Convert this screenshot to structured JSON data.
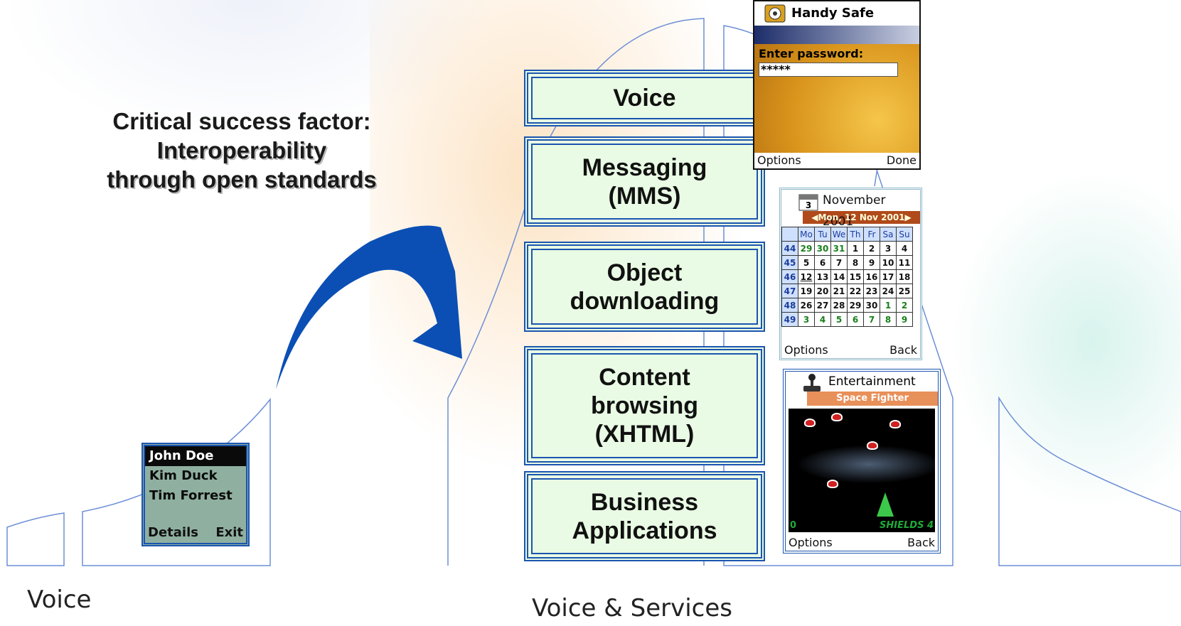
{
  "headline": {
    "line1": "Critical success factor:",
    "line2": "Interoperability",
    "line3": "through open standards"
  },
  "labels": {
    "left": "Voice",
    "right": "Voice & Services"
  },
  "services": [
    "Voice",
    "Messaging\n(MMS)",
    "Object\ndownloading",
    "Content\nbrowsing\n(XHTML)",
    "Business\nApplications"
  ],
  "contacts_phone": {
    "entries": [
      "John Doe",
      "Kim Duck",
      "Tim Forrest"
    ],
    "selected_index": 0,
    "left_softkey": "Details",
    "right_softkey": "Exit"
  },
  "handy_safe": {
    "title": "Handy Safe",
    "prompt": "Enter password:",
    "password": "*****",
    "left_softkey": "Options",
    "right_softkey": "Done"
  },
  "calendar": {
    "month": "November 2001",
    "date": "Mon, 12 Nov 2001",
    "icon_text": "3",
    "weekdays": [
      "Mo",
      "Tu",
      "We",
      "Th",
      "Fr",
      "Sa",
      "Su"
    ],
    "weeks": [
      {
        "wk": "44",
        "days": [
          "29",
          "30",
          "31",
          "1",
          "2",
          "3",
          "4"
        ]
      },
      {
        "wk": "45",
        "days": [
          "5",
          "6",
          "7",
          "8",
          "9",
          "10",
          "11"
        ]
      },
      {
        "wk": "46",
        "days": [
          "12",
          "13",
          "14",
          "15",
          "16",
          "17",
          "18"
        ]
      },
      {
        "wk": "47",
        "days": [
          "19",
          "20",
          "21",
          "22",
          "23",
          "24",
          "25"
        ]
      },
      {
        "wk": "48",
        "days": [
          "26",
          "27",
          "28",
          "29",
          "30",
          "1",
          "2"
        ]
      },
      {
        "wk": "49",
        "days": [
          "3",
          "4",
          "5",
          "6",
          "7",
          "8",
          "9"
        ]
      }
    ],
    "left_softkey": "Options",
    "right_softkey": "Back"
  },
  "entertainment": {
    "title": "Entertainment",
    "app": "Space Fighter",
    "score": "0",
    "shields": "SHIELDS 4",
    "left_softkey": "Options",
    "right_softkey": "Back"
  },
  "colors": {
    "box_border": "#1b55b0",
    "box_fill": "#e9fbe4",
    "arrow": "#0b4fb5",
    "curve": "#6d8fd6"
  }
}
